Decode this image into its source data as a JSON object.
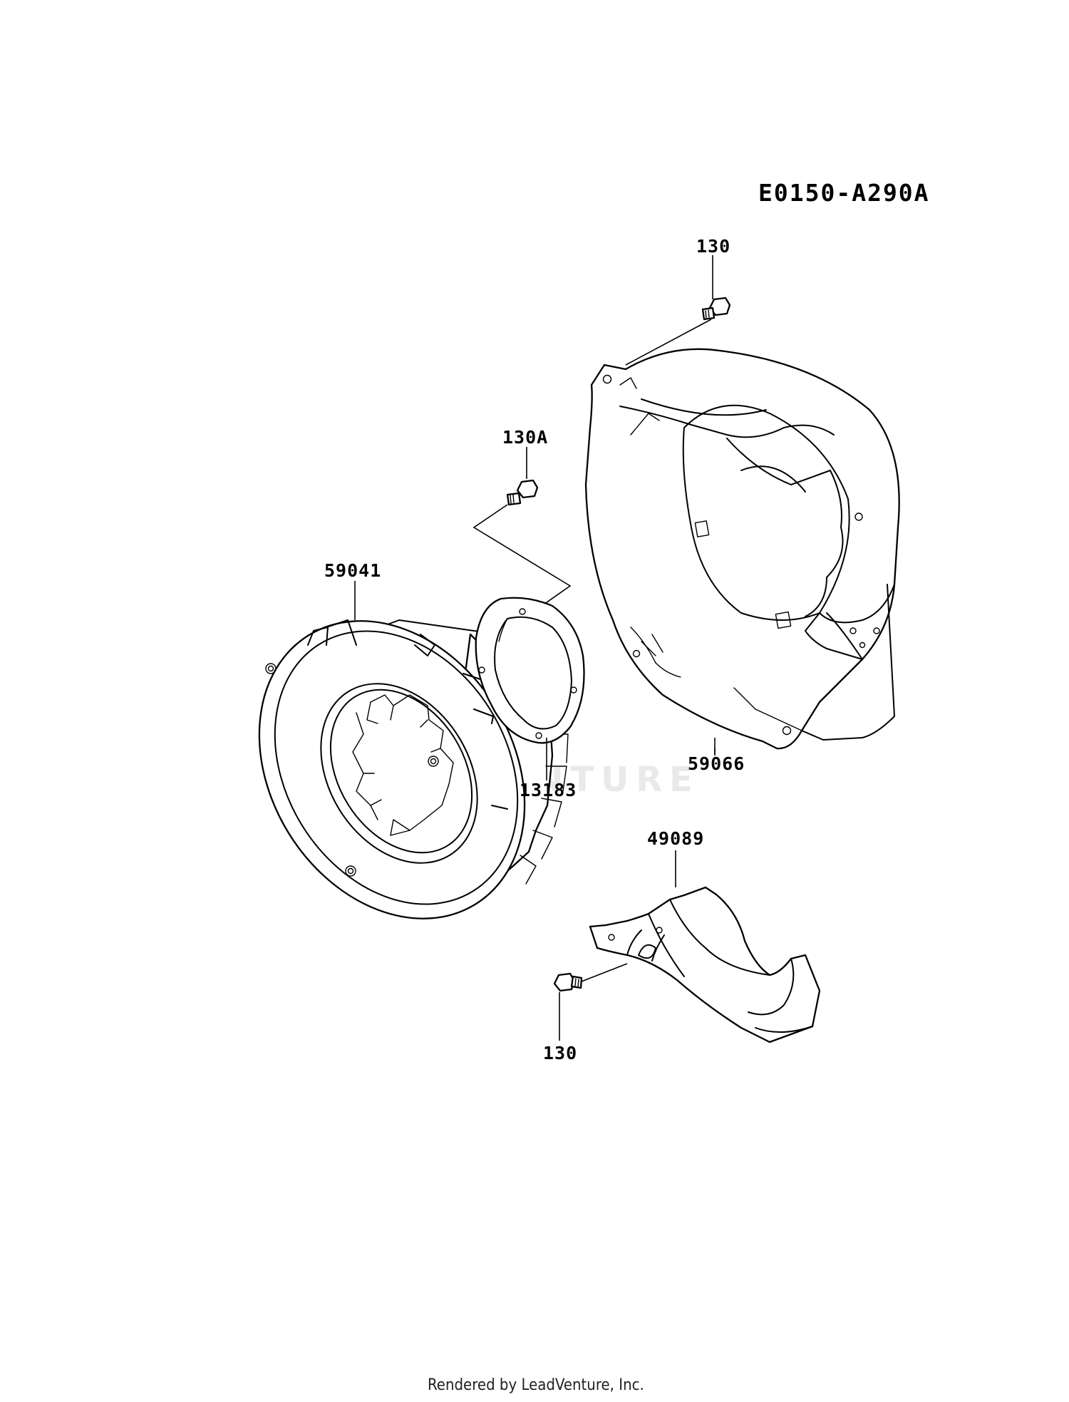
{
  "diagram_ref": "E0150-A290A",
  "watermark": "LEADVENTURE",
  "footer": "Rendered by LeadVenture, Inc.",
  "callouts": [
    {
      "id": "bolt-top",
      "label": "130"
    },
    {
      "id": "bolt-mid",
      "label": "130A"
    },
    {
      "id": "fan",
      "label": "59041"
    },
    {
      "id": "plate",
      "label": "13183"
    },
    {
      "id": "fan-housing",
      "label": "59066"
    },
    {
      "id": "guard",
      "label": "49089"
    },
    {
      "id": "bolt-bottom",
      "label": "130"
    }
  ]
}
